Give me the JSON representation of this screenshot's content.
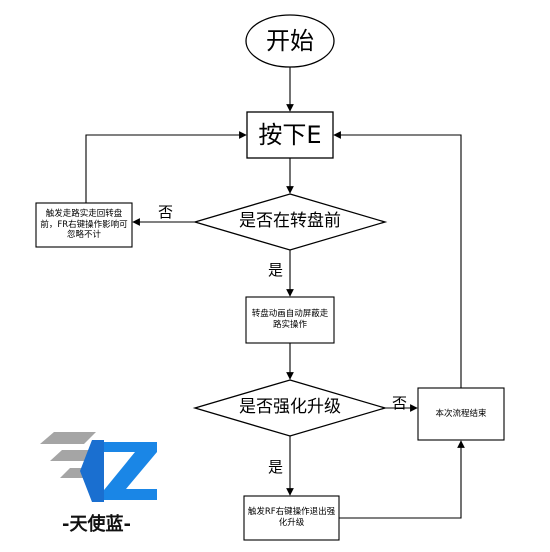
{
  "nodes": {
    "start": "开始",
    "press_e": "按下E",
    "q_before_turntable": "是否在转盘前",
    "left_action": "触发走路实走回转盘前，FR右键操作影响可忽略不计",
    "anim": "转盘动画自动屏蔽走路实操作",
    "q_enhance": "是否强化升级",
    "end": "本次流程结束",
    "exit": "触发RF右键操作退出强化升级"
  },
  "labels": {
    "no_1": "否",
    "yes_1": "是",
    "no_2": "否",
    "yes_2": "是"
  },
  "logo": {
    "text": "-天使蓝-",
    "colors": {
      "blue": "#1a86e6",
      "gray": "#9a9a9a"
    }
  }
}
